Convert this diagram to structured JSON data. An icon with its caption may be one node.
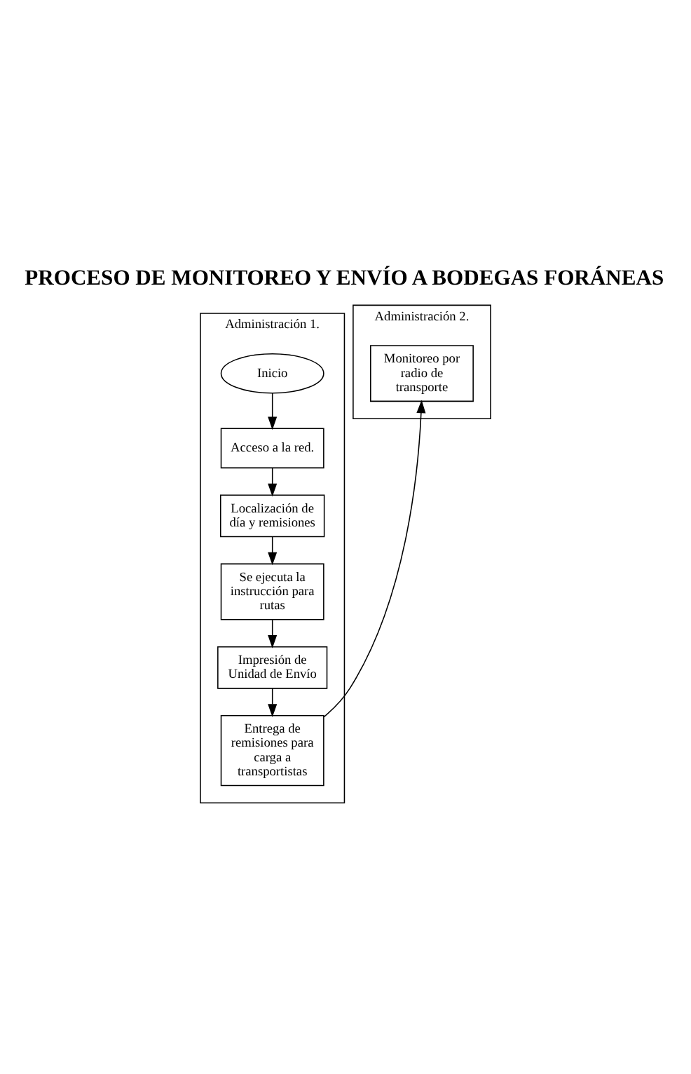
{
  "diagram": {
    "title": "PROCESO DE MONITOREO Y ENVÍO A BODEGAS FORÁNEAS",
    "nodes": [
      {
        "text": [
          "Administración 1."
        ]
      },
      {
        "text": [
          "Administración 2."
        ]
      },
      {
        "text": [
          "Inicio"
        ],
        "in": 0
      },
      {
        "text": [
          "Acceso a la red."
        ],
        "in": 0
      },
      {
        "text": [
          "Localización de día y remisiones"
        ],
        "in": 0
      },
      {
        "text": [
          "Se ejecuta la instrucción para rutas"
        ],
        "in": 0
      },
      {
        "text": [
          "Impresión de Unidad de Envío"
        ],
        "in": 0
      },
      {
        "text": [
          "Entrega de remisiones para carga a transportistas"
        ],
        "in": 0
      },
      {
        "text": [
          "Monitoreo por radio de transporte"
        ],
        "in": 1
      }
    ],
    "edges": [
      {
        "from": 2,
        "to": 3,
        "arrow": "to"
      },
      {
        "from": 3,
        "to": 4,
        "arrow": "to"
      },
      {
        "from": 4,
        "to": 5,
        "arrow": "to"
      },
      {
        "from": 5,
        "to": 6,
        "arrow": "to"
      },
      {
        "from": 6,
        "to": 7,
        "arrow": "to"
      },
      {
        "from": 7,
        "to": 8,
        "arrow": "to"
      }
    ]
  }
}
